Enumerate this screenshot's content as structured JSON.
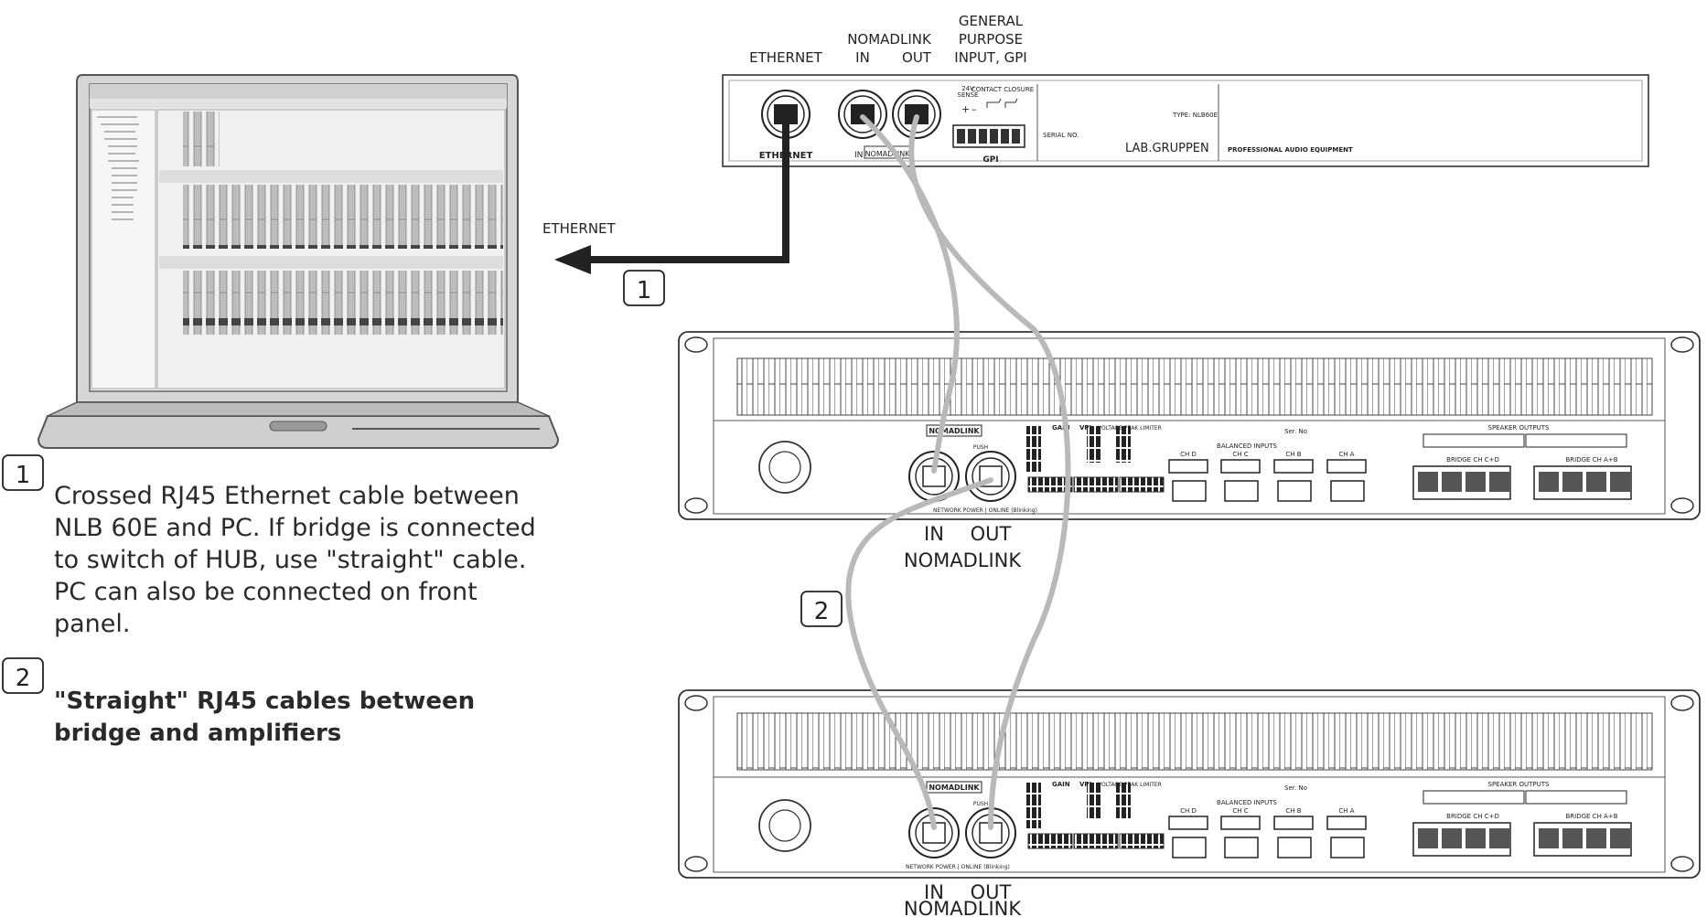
{
  "top_labels": {
    "ethernet": "ETHERNET",
    "nomadlink": "NOMADLINK",
    "in": "IN",
    "out": "OUT",
    "gpi_line1": "GENERAL",
    "gpi_line2": "PURPOSE",
    "gpi_line3": "INPUT, GPI"
  },
  "bridge_panel": {
    "ethernet": "ETHERNET",
    "in": "IN",
    "nomadlink": "NOMADLINK",
    "gpi": "GPI",
    "sense": "SENSE",
    "v24": "24V",
    "contact_closure": "CONTACT CLOSURE",
    "serial": "SERIAL NO.",
    "type": "TYPE: NLB60E",
    "brand": "LAB.GRUPPEN",
    "tagline": "PROFESSIONAL AUDIO EQUIPMENT"
  },
  "ethernet_arrow_label": "ETHERNET",
  "callouts": {
    "one": "1",
    "two": "2"
  },
  "amp_labels": {
    "in": "IN",
    "out": "OUT",
    "nomadlink": "NOMADLINK",
    "amp_nomadlink": "NOMADLINK",
    "gain": "GAIN",
    "vpl": "VPL",
    "vpl_full": "VOLTAGE PEAK LIMITER",
    "balanced_inputs": "BALANCED INPUTS",
    "speaker_outputs": "SPEAKER OUTPUTS",
    "bridge_cd": "BRIDGE CH C+D",
    "bridge_ab": "BRIDGE CH A+B",
    "ser_no": "Ser. No",
    "ch_d": "CH D",
    "ch_c": "CH C",
    "ch_b": "CH B",
    "ch_a": "CH A",
    "push": "PUSH",
    "network": "NETWORK POWER | ONLINE (Blinking)"
  },
  "legend": {
    "item1_number": "1",
    "item1_lines": [
      "Crossed RJ45 Ethernet cable between",
      "NLB 60E and PC. If bridge is connected",
      "to switch of HUB, use \"straight\" cable.",
      "PC can also be connected on front panel."
    ],
    "item2_number": "2",
    "item2_lines": [
      "\"Straight\" RJ45 cables between",
      "bridge and amplifiers"
    ]
  },
  "colors": {
    "line": "#333333",
    "cable": "#b9b9b9",
    "amp_fill": "#ffffff",
    "laptop_body": "#cfcfcf",
    "screen": "#e9e9e9"
  }
}
